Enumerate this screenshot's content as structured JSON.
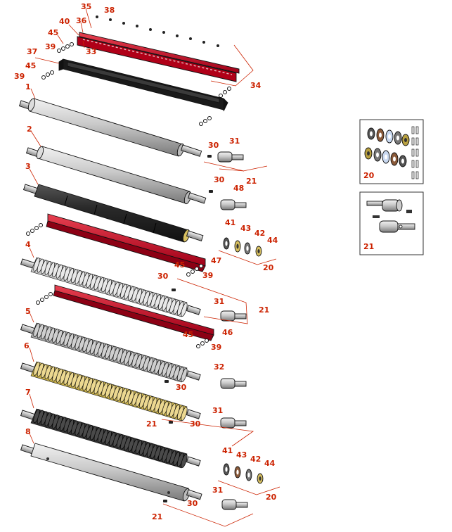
{
  "callouts": [
    {
      "id": "c35",
      "text": "35"
    },
    {
      "id": "c38",
      "text": "38"
    },
    {
      "id": "c40",
      "text": "40"
    },
    {
      "id": "c36",
      "text": "36"
    },
    {
      "id": "c45a",
      "text": "45"
    },
    {
      "id": "c39a",
      "text": "39"
    },
    {
      "id": "c33",
      "text": "33"
    },
    {
      "id": "c37",
      "text": "37"
    },
    {
      "id": "c45b",
      "text": "45"
    },
    {
      "id": "c39b",
      "text": "39"
    },
    {
      "id": "c34",
      "text": "34"
    },
    {
      "id": "c1",
      "text": "1"
    },
    {
      "id": "c2",
      "text": "2"
    },
    {
      "id": "c30a",
      "text": "30"
    },
    {
      "id": "c31a",
      "text": "31"
    },
    {
      "id": "c21a",
      "text": "21"
    },
    {
      "id": "c3",
      "text": "3"
    },
    {
      "id": "c30b",
      "text": "30"
    },
    {
      "id": "c48",
      "text": "48"
    },
    {
      "id": "c41a",
      "text": "41"
    },
    {
      "id": "c43a",
      "text": "43"
    },
    {
      "id": "c42a",
      "text": "42"
    },
    {
      "id": "c44a",
      "text": "44"
    },
    {
      "id": "c20a",
      "text": "20"
    },
    {
      "id": "c47",
      "text": "47"
    },
    {
      "id": "c4",
      "text": "4"
    },
    {
      "id": "c45c",
      "text": "45"
    },
    {
      "id": "c39c",
      "text": "39"
    },
    {
      "id": "c30c",
      "text": "30"
    },
    {
      "id": "c21b",
      "text": "21"
    },
    {
      "id": "c31b",
      "text": "31"
    },
    {
      "id": "c46",
      "text": "46"
    },
    {
      "id": "c5",
      "text": "5"
    },
    {
      "id": "c45d",
      "text": "45"
    },
    {
      "id": "c39d",
      "text": "39"
    },
    {
      "id": "c6",
      "text": "6"
    },
    {
      "id": "c32",
      "text": "32"
    },
    {
      "id": "c30d",
      "text": "30"
    },
    {
      "id": "c7",
      "text": "7"
    },
    {
      "id": "c31c",
      "text": "31"
    },
    {
      "id": "c21c",
      "text": "21"
    },
    {
      "id": "c30e",
      "text": "30"
    },
    {
      "id": "c8",
      "text": "8"
    },
    {
      "id": "c41b",
      "text": "41"
    },
    {
      "id": "c43b",
      "text": "43"
    },
    {
      "id": "c42b",
      "text": "42"
    },
    {
      "id": "c44b",
      "text": "44"
    },
    {
      "id": "c20b",
      "text": "20"
    },
    {
      "id": "c31d",
      "text": "31"
    },
    {
      "id": "c30f",
      "text": "30"
    },
    {
      "id": "c21d",
      "text": "21"
    }
  ],
  "insets": [
    {
      "id": "kit20",
      "label": "20"
    },
    {
      "id": "kit21",
      "label": "21"
    }
  ],
  "colors": {
    "label": "#cc2200",
    "scraper": "#c8102e",
    "roller_grey": "#c8c8c8",
    "roller_black": "#2a2a2a",
    "brass": "#d8c060"
  }
}
